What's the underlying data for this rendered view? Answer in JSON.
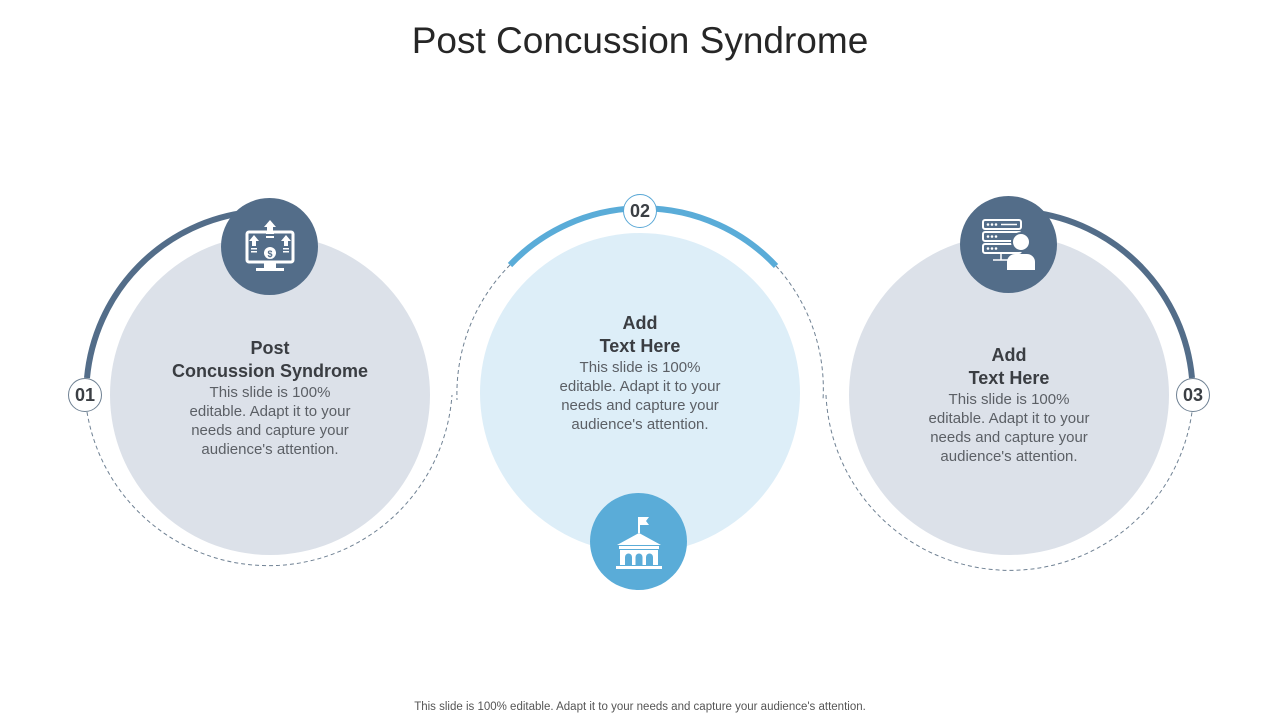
{
  "title": "Post Concussion Syndrome",
  "colors": {
    "dark_accent": "#536d89",
    "blue_accent": "#5aacd8",
    "grey_fill": "#dce1e9",
    "blue_fill": "#ddeef8"
  },
  "steps": [
    {
      "number": "01",
      "heading_line1": "Post",
      "heading_line2": "Concussion Syndrome",
      "body": "This slide is 100% editable. Adapt it to your needs and capture your audience's attention.",
      "icon": "monitor-dollar-growth-icon"
    },
    {
      "number": "02",
      "heading_line1": "Add",
      "heading_line2": "Text Here",
      "body": "This slide is 100% editable. Adapt it to your needs and capture your audience's attention.",
      "icon": "government-building-icon"
    },
    {
      "number": "03",
      "heading_line1": "Add",
      "heading_line2": "Text Here",
      "body": "This slide is 100% editable. Adapt it to your needs and capture your audience's attention.",
      "icon": "server-user-icon"
    }
  ],
  "footer": "This slide is 100% editable. Adapt it to your needs and capture your audience's attention."
}
